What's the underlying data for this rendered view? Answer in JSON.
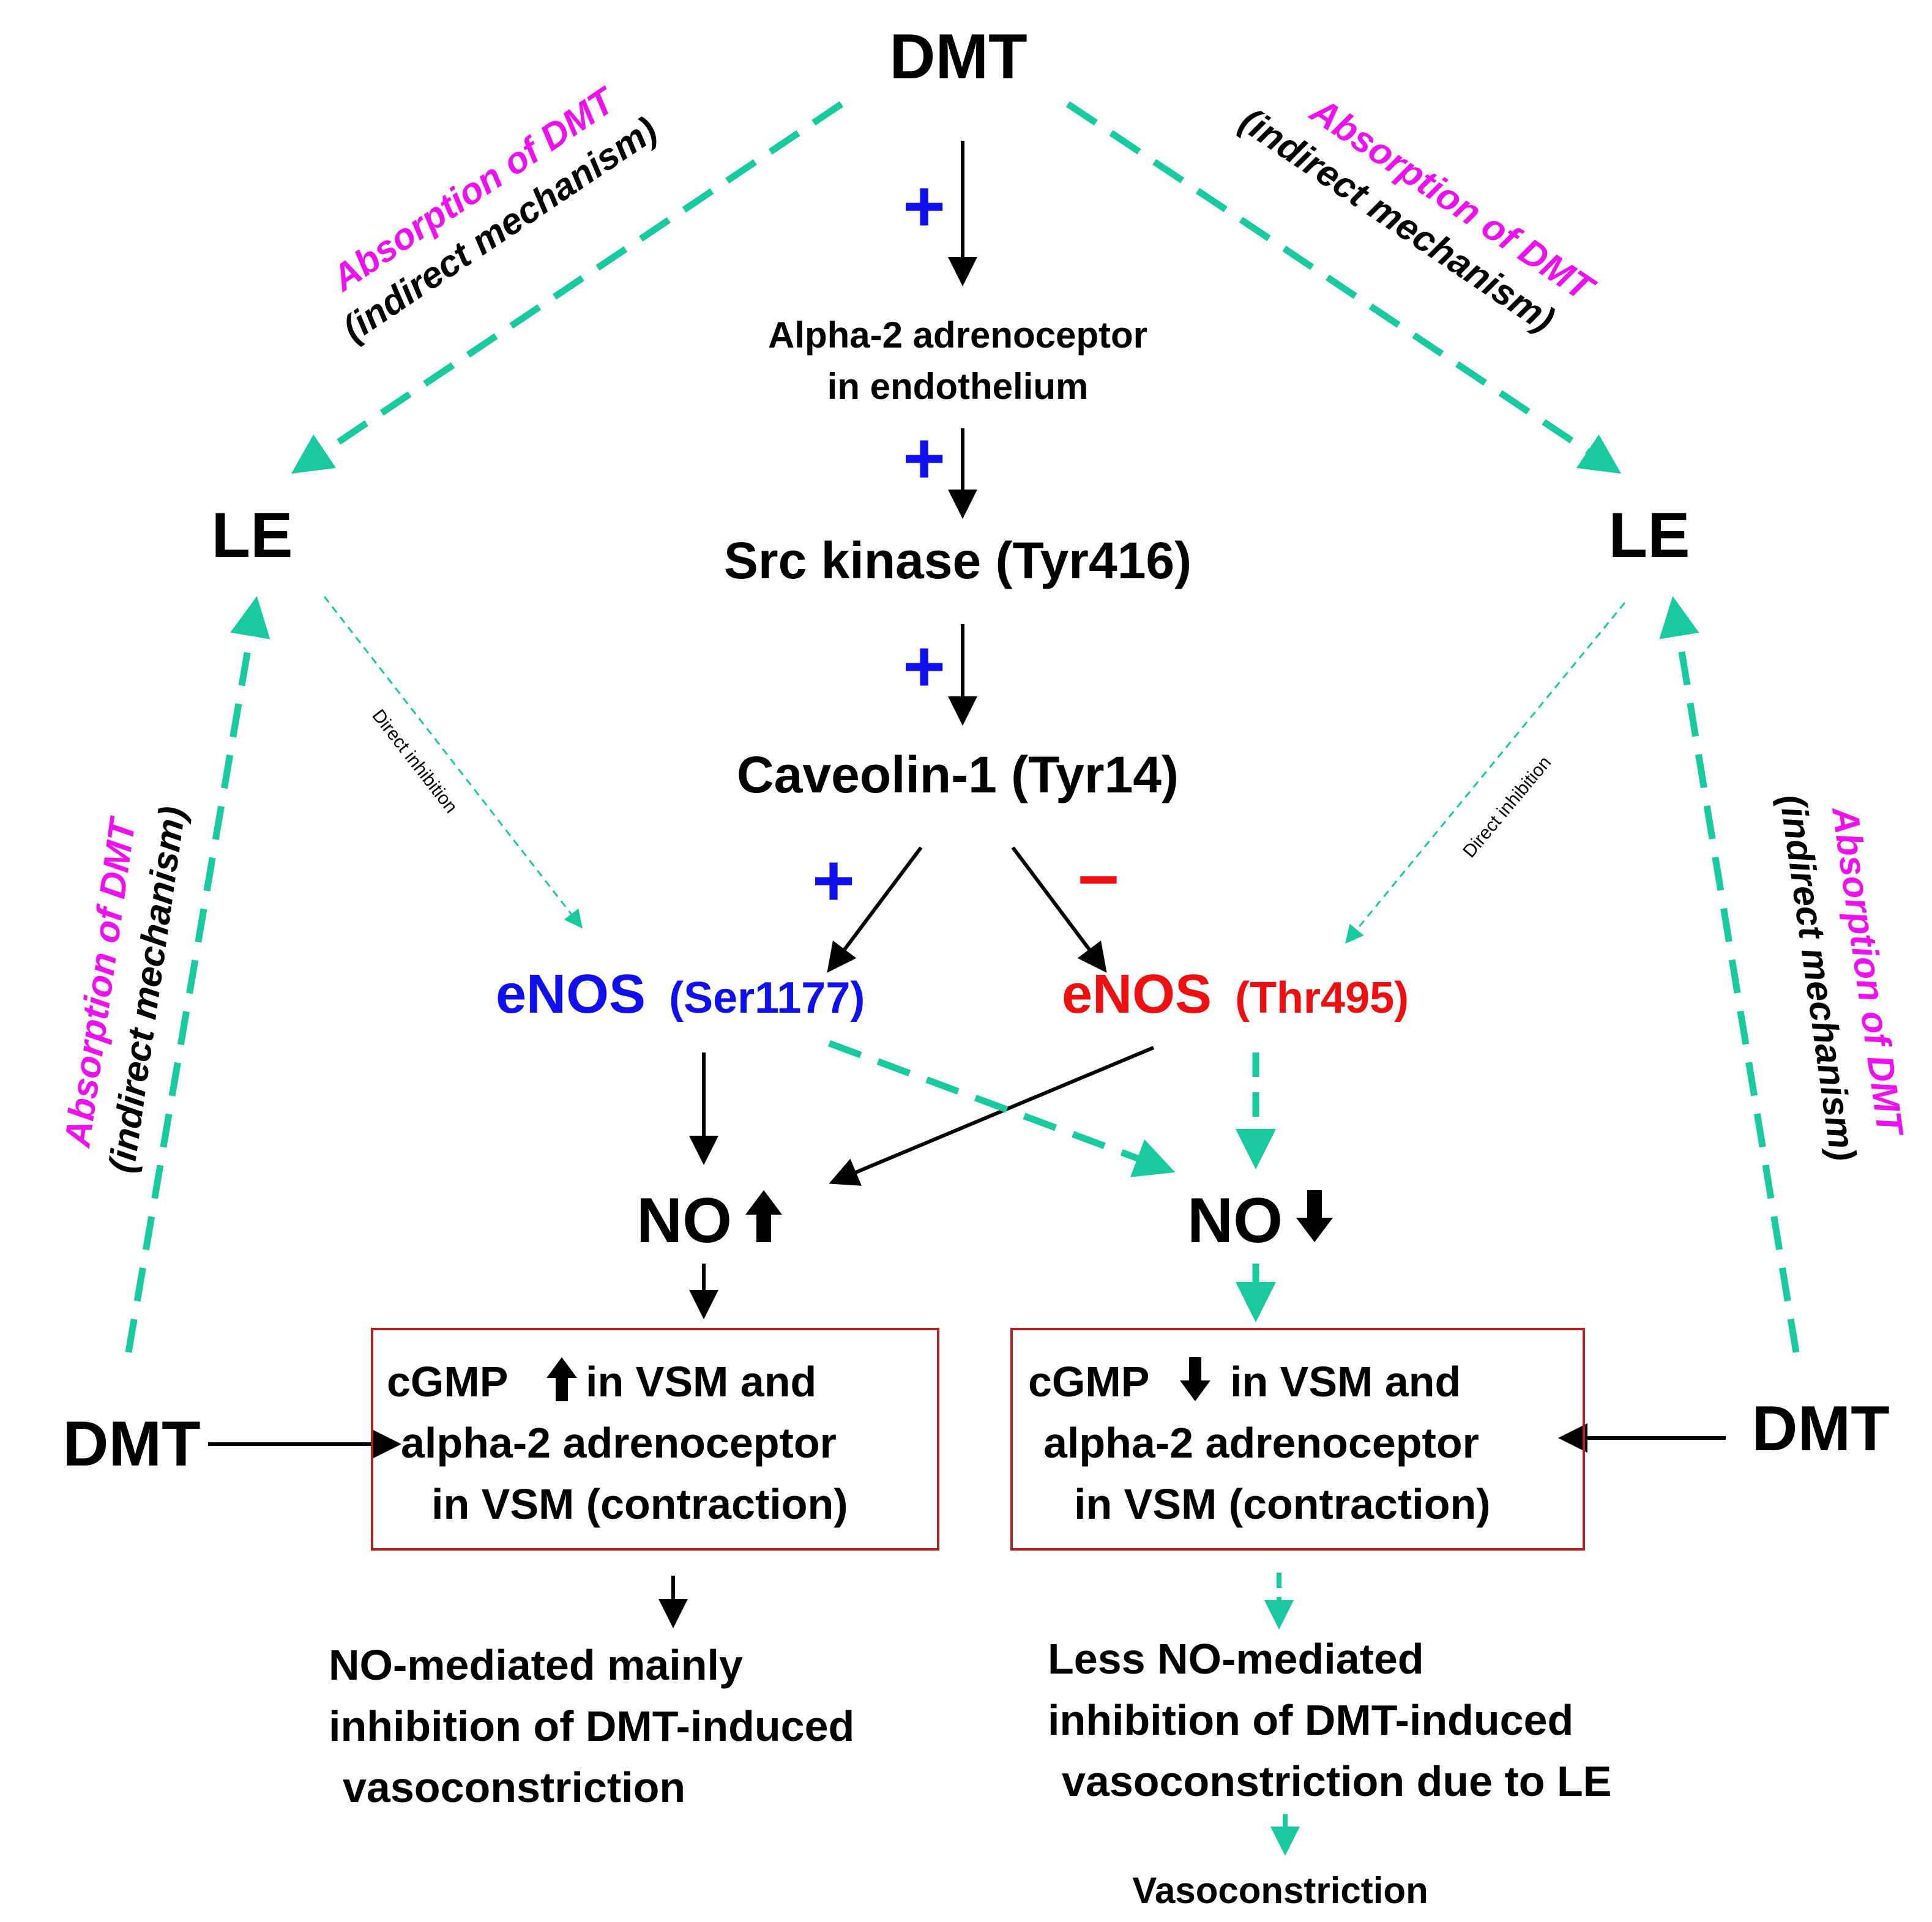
{
  "nodes": {
    "dmt_top": "DMT",
    "alpha2_line1": "Alpha-2 adrenoceptor",
    "alpha2_line2": "in endothelium",
    "src_kinase": "Src kinase (Tyr416)",
    "caveolin": "Caveolin-1 (Tyr14)",
    "le_left": "LE",
    "le_right": "LE",
    "enos_left": "eNOS",
    "enos_left_site": "(Ser1177)",
    "enos_right": "eNOS",
    "enos_right_site": "(Thr495)",
    "no_up": "NO",
    "no_down": "NO",
    "dmt_left": "DMT",
    "dmt_right": "DMT"
  },
  "signs": {
    "plus": "+",
    "minus": "–"
  },
  "annotations": {
    "absorption": "Absorption of DMT",
    "indirect": "(indirect mechanism)",
    "direct_inhibition": "Direct inhibition"
  },
  "boxes": {
    "left": {
      "line1": "cGMP",
      "line1b": "in VSM and",
      "line2": "alpha-2 adrenoceptor",
      "line3": "in VSM (contraction)"
    },
    "right": {
      "line1": "cGMP",
      "line1b": "in VSM and",
      "line2": "alpha-2 adrenoceptor",
      "line3": "in VSM (contraction)"
    }
  },
  "outcomes": {
    "left_line1": "NO-mediated mainly",
    "left_line2": "inhibition of  DMT-induced",
    "left_line3": "vasoconstriction",
    "right_line1": "Less NO-mediated",
    "right_line2": "inhibition of  DMT-induced",
    "right_line3": "vasoconstriction due to LE",
    "final": "Vasoconstriction"
  },
  "icons": {
    "up": "arrow-up-icon",
    "down": "arrow-down-icon"
  },
  "colors": {
    "black": "#000000",
    "blue": "#1010ee",
    "red": "#ee1010",
    "magenta": "#ee10ee",
    "teal": "#19c9a0",
    "box_border": "#b22222"
  }
}
